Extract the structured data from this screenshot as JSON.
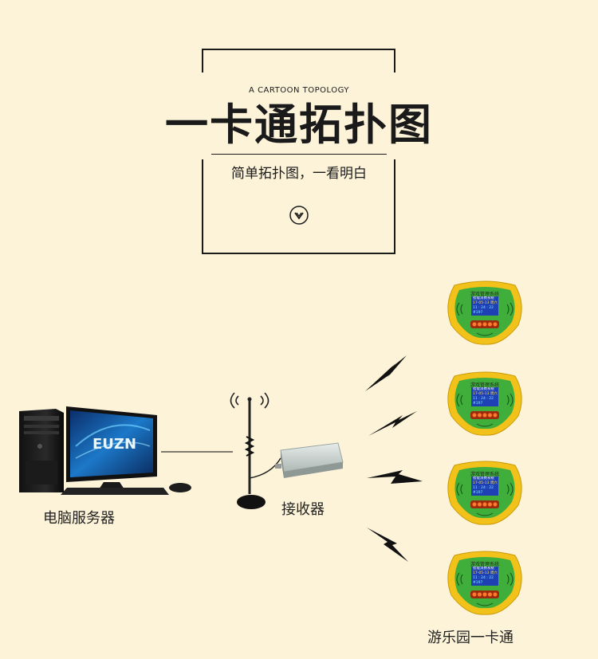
{
  "header": {
    "subtitle_en": "A CARTOON TOPOLOGY",
    "title": "一卡通拓扑图",
    "subtitle_cn": "简单拓扑图，一看明白",
    "icon": "chevron-down-circle-icon"
  },
  "nodes": {
    "computer": {
      "label": "电脑服务器",
      "brand": "EUZN"
    },
    "receiver": {
      "label": "接收器"
    },
    "terminals": {
      "label": "游乐园一卡通",
      "device": {
        "header": "游戏管理系统",
        "line1": "智能消费系统",
        "line2": "17-05-13  周六",
        "line3": "11 : 24 : 22 #197"
      }
    }
  },
  "colors": {
    "background": "#fdf3d9",
    "device_body": "#f2c21a",
    "device_panel": "#3fae3a",
    "device_screen": "#1f3fb5",
    "ink": "#1a1a1a"
  }
}
